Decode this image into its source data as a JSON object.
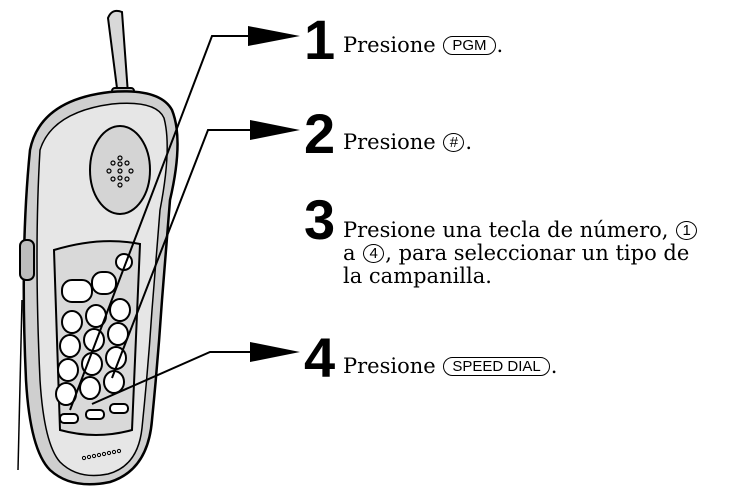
{
  "steps": [
    {
      "number": "1",
      "text": "Presione",
      "key": "PGM",
      "after": "."
    },
    {
      "number": "2",
      "text": "Presione",
      "key": "#",
      "after": "."
    },
    {
      "number": "3",
      "line1_text": "Presione una tecla de número,",
      "line1_key": "1",
      "line2_prefix": "a",
      "line2_key": "4",
      "line2_text": ", para seleccionar un tipo de",
      "line3_text": "la campanilla."
    },
    {
      "number": "4",
      "text": "Presione",
      "key": "SPEED DIAL",
      "after": "."
    }
  ],
  "illustration": {
    "icon": "cordless-handset-icon",
    "outline_color": "#000000",
    "body_color": "#cfcfcf"
  }
}
